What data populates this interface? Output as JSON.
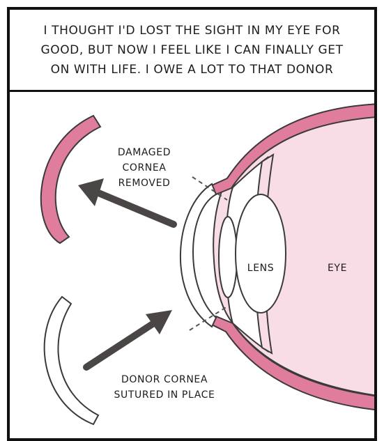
{
  "caption": {
    "line1": "I THOUGHT I'D LOST THE SIGHT IN MY EYE FOR",
    "line2": "GOOD, BUT NOW I FEEL LIKE I CAN FINALLY GET",
    "line3": "ON WITH LIFE. I OWE A LOT TO THAT DONOR"
  },
  "labels": {
    "damaged": [
      "DAMAGED",
      "CORNEA",
      "REMOVED"
    ],
    "donor": [
      "DONOR CORNEA",
      "SUTURED IN PLACE"
    ],
    "lens": "LENS",
    "eye": "EYE"
  },
  "colors": {
    "pink_wall": "#e07d9c",
    "pink_fill": "#f9dde6",
    "outline": "#3a3a3a",
    "arrow": "#4a4646"
  }
}
